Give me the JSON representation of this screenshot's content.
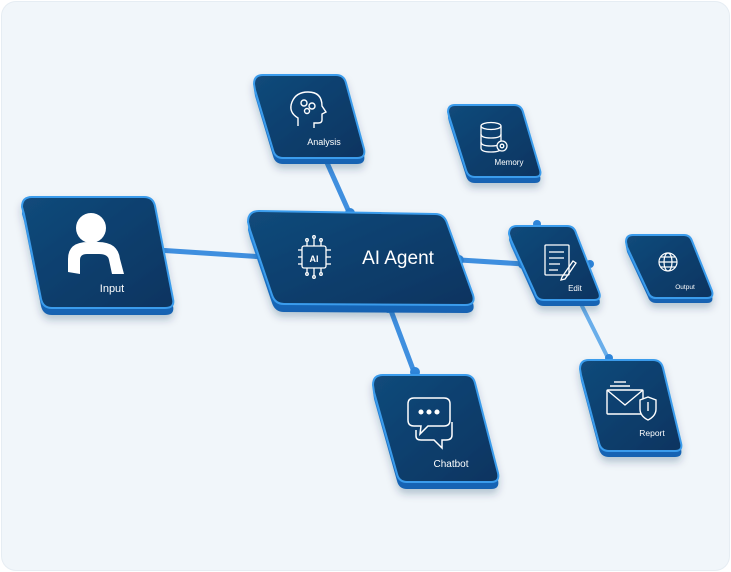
{
  "center": {
    "label": "AI Agent",
    "chip_text": "AI"
  },
  "nodes": {
    "input": "Input",
    "analysis": "Analysis",
    "memory": "Memory",
    "edit": "Edit",
    "output": "Output",
    "chatbot": "Chatbot",
    "report": "Report"
  },
  "colors": {
    "background": "#f1f6fa",
    "tile_face": "#0d3f6c",
    "tile_edge": "#1f7fd4",
    "tile_rim": "#3a9cec",
    "connector": "#3f8fdf"
  },
  "icons": {
    "input": "user-icon",
    "analysis": "brain-head-icon",
    "memory": "database-gear-icon",
    "center": "ai-chip-icon",
    "edit": "document-edit-icon",
    "output": "globe-icon",
    "chatbot": "chat-bubbles-icon",
    "report": "mail-shield-icon"
  }
}
